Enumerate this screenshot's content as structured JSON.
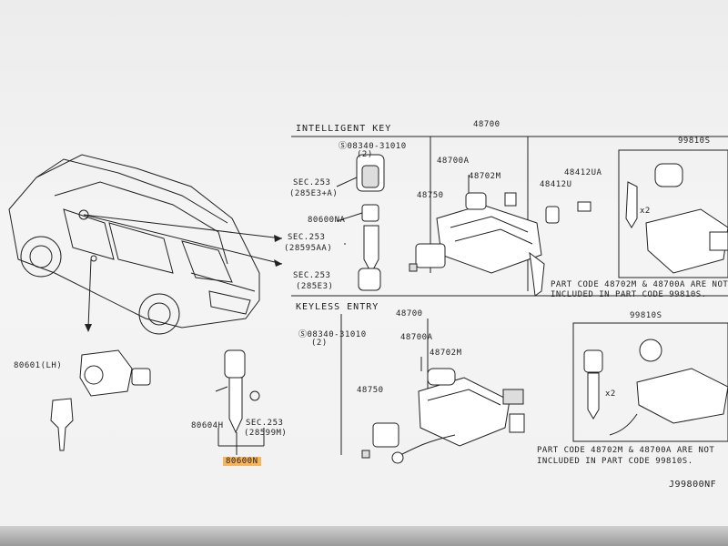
{
  "sections": {
    "intelligent_key": "INTELLIGENT KEY",
    "keyless_entry": "KEYLESS ENTRY"
  },
  "labels": {
    "ik_screw": "08340-31010",
    "ik_screw_qty": "(2)",
    "ik_assy": "48700",
    "ik_48700a": "48700A",
    "ik_48702m": "48702M",
    "ik_48750": "48750",
    "ik_48412ua": "48412UA",
    "ik_48412u": "48412U",
    "ik_sec253a": "SEC.253",
    "ik_sec253a_ref": "(285E3+A)",
    "ik_80600na": "80600NA",
    "ik_sec253b": "SEC.253",
    "ik_sec253b_ref": "(28595AA)",
    "ik_sec253c": "SEC.253",
    "ik_sec253c_ref": "(285E3)",
    "ik_kit": "99810S",
    "ik_x2": "x2",
    "ik_note_1": "PART CODE 48702M & 48700A ARE NOT",
    "ik_note_2": "INCLUDED IN PART CODE 99810S.",
    "ke_screw": "08340-31010",
    "ke_screw_qty": "(2)",
    "ke_assy": "48700",
    "ke_48700a": "48700A",
    "ke_48702m": "48702M",
    "ke_48750": "48750",
    "ke_kit": "99810S",
    "ke_x2": "x2",
    "ke_note_1": "PART CODE 48702M & 48700A ARE NOT",
    "ke_note_2": "INCLUDED IN PART CODE 99810S.",
    "door_cyl": "80601(LH)",
    "key_80604h": "80604H",
    "key_sec253": "SEC.253",
    "key_sec253_ref": "(28599M)",
    "key_80600n": "80600N",
    "drawing_id": "J99800NF"
  },
  "colors": {
    "highlight": "#f8b45a",
    "line": "#222222"
  }
}
